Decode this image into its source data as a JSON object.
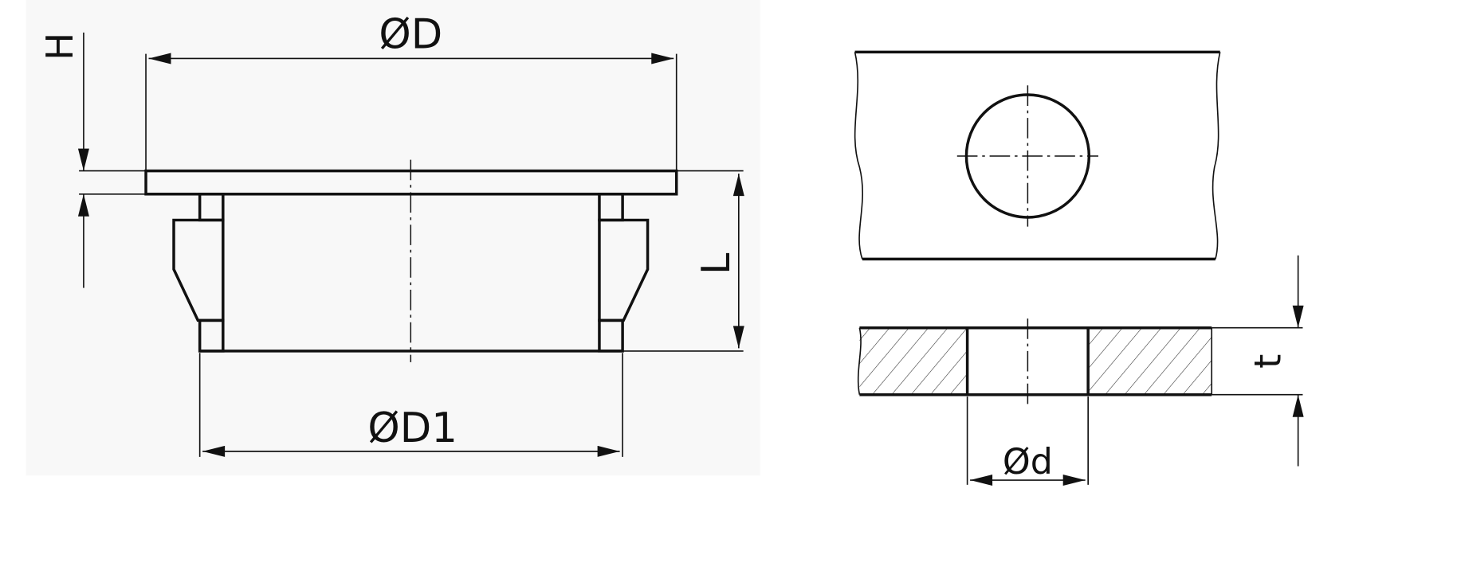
{
  "drawing": {
    "left_view": {
      "dim_outer_diameter": "ØD",
      "dim_flange_height": "H",
      "dim_length": "L",
      "dim_inner_diameter": "ØD1"
    },
    "right_view": {
      "dim_hole_diameter": "Ød",
      "dim_thickness": "t"
    }
  },
  "colors": {
    "line": "#111111",
    "background": "#ffffff",
    "panel": "#f8f8f8"
  }
}
